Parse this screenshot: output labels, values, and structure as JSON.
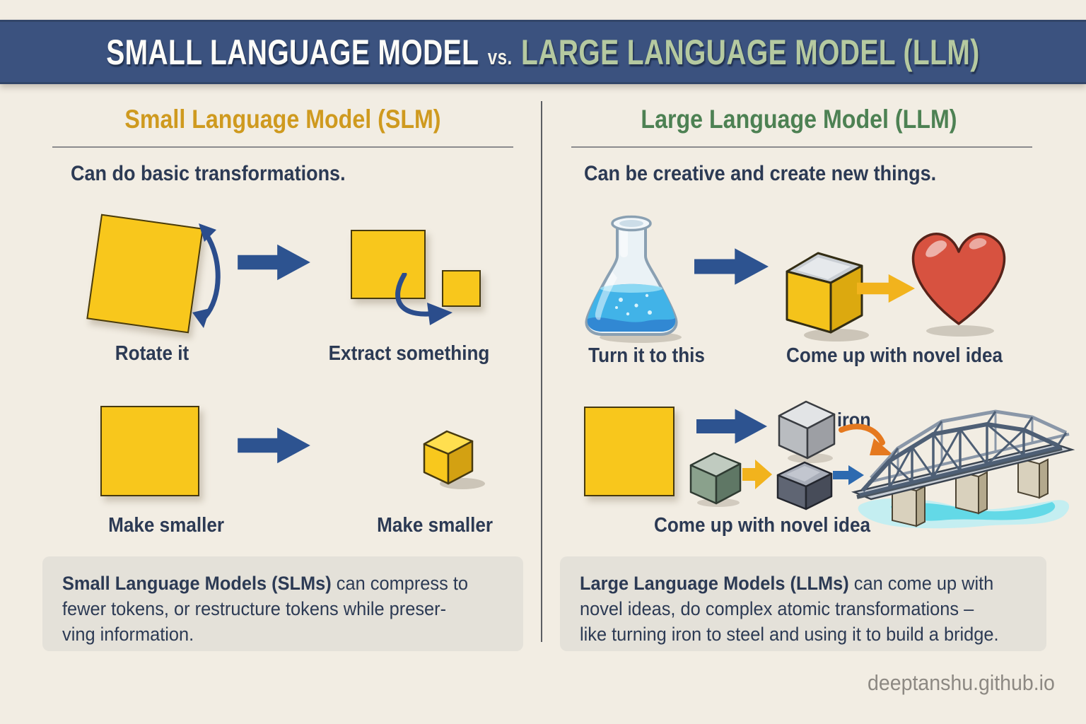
{
  "banner": {
    "title_left": "SMALL LANGUAGE MODEL",
    "vs": "vs.",
    "title_right": "LARGE LANGUAGE MODEL (LLM)"
  },
  "left": {
    "heading": "Small Language Model (SLM)",
    "subtitle": "Can do basic transformations.",
    "row1": {
      "label1": "Rotate it",
      "label2": "Extract something"
    },
    "row2": {
      "label1": "Make smaller",
      "label2": "Make smaller"
    },
    "summary": {
      "bold": "Small Language Models (SLMs)",
      "line1": " can compress to",
      "line2": "fewer tokens, or restructure tokens while preser-",
      "line3": "ving information."
    }
  },
  "right": {
    "heading": "Large Language Model (LLM)",
    "subtitle": "Can be creative and create new things.",
    "row1": {
      "label1": "Turn it to this",
      "label2": "Come up with novel idea"
    },
    "row2": {
      "iron_label": "iron",
      "label": "Come up with novel idea"
    },
    "summary": {
      "bold": "Large Language Models (LLMs)",
      "line1": " can come up with",
      "line2": "novel ideas, do complex atomic transformations –",
      "line3": "like turning iron to steel and using it to build a bridge."
    }
  },
  "footer": {
    "credit": "deeptanshu.github.io"
  },
  "colors": {
    "background": "#f2ede3",
    "banner_blue": "#3b527f",
    "banner_green_text": "#b5c9a0",
    "slm_gold": "#cf9a1f",
    "llm_green": "#4d8153",
    "text_navy": "#2c3a54",
    "square_yellow": "#f8c71c",
    "arrow_blue": "#2d5390",
    "arrow_yellow": "#f2b31d",
    "arrow_orange": "#e5791f",
    "heart_red": "#d75240",
    "flask_liquid_blue": "#41b3e8",
    "summary_box_gray": "#e4e1d9",
    "footer_gray": "#8d8983"
  }
}
